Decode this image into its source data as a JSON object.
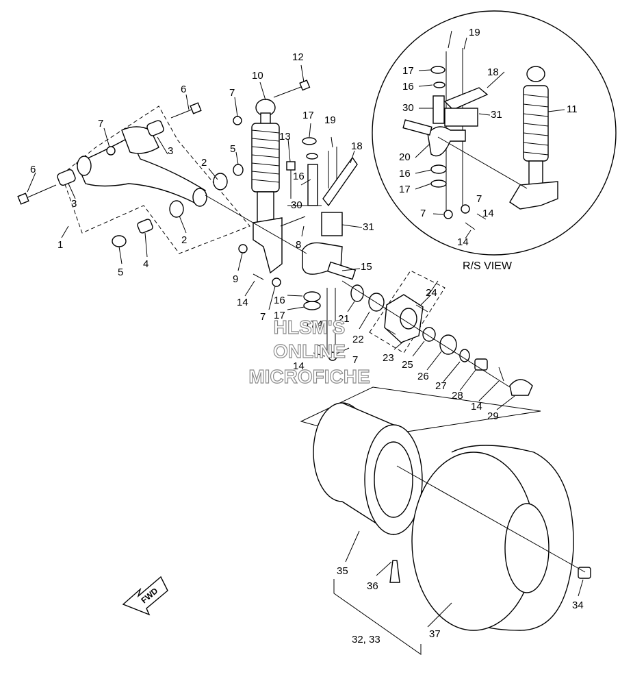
{
  "parts": [
    "1",
    "2",
    "2",
    "3",
    "3",
    "4",
    "5",
    "5",
    "6",
    "6",
    "7",
    "7",
    "8",
    "9",
    "10",
    "12",
    "13",
    "14",
    "15",
    "16",
    "17",
    "17",
    "18",
    "19",
    "30",
    "31",
    "7",
    "16",
    "17",
    "14",
    "21",
    "7",
    "14",
    "22",
    "23",
    "24",
    "25",
    "26",
    "27",
    "28",
    "14",
    "29",
    "35",
    "36",
    "32, 33",
    "37",
    "34"
  ],
  "rs_parts": [
    "19",
    "17",
    "16",
    "18",
    "30",
    "31",
    "11",
    "20",
    "16",
    "17",
    "7",
    "7",
    "14",
    "14"
  ],
  "view_label": "R/S VIEW",
  "watermark": [
    "HLSM'S",
    "ONLINE",
    "MICROFICHE"
  ],
  "fwd_label": "FWD"
}
